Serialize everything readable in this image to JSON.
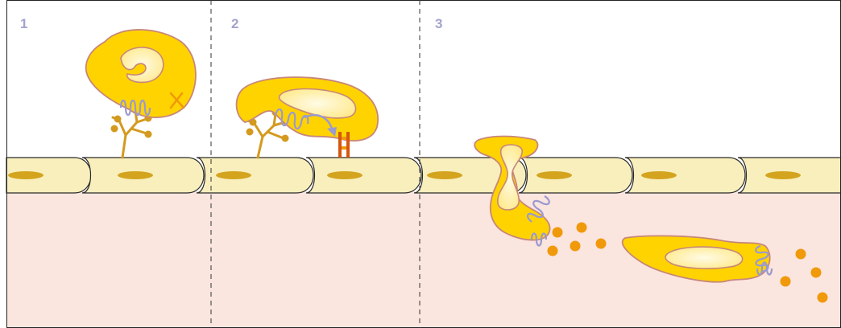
{
  "diagram": {
    "steps": [
      {
        "number": "1"
      },
      {
        "number": "2"
      },
      {
        "number": "3"
      }
    ]
  },
  "colors": {
    "tissue": "#fbe5df",
    "endothelium_fill": "#f8efbd",
    "nucleus": "#d4a41e",
    "leukocyte_fill": "#ffd300",
    "leukocyte_outline": "#c8867a",
    "nucleus_fill": "#fff2b8",
    "receptor": "#9a9ad0",
    "selectin": "#d49a1e",
    "chemokine": "#f0990a",
    "integrin": "#d8560e",
    "label": "#a3a3cf",
    "divider": "#333333"
  }
}
